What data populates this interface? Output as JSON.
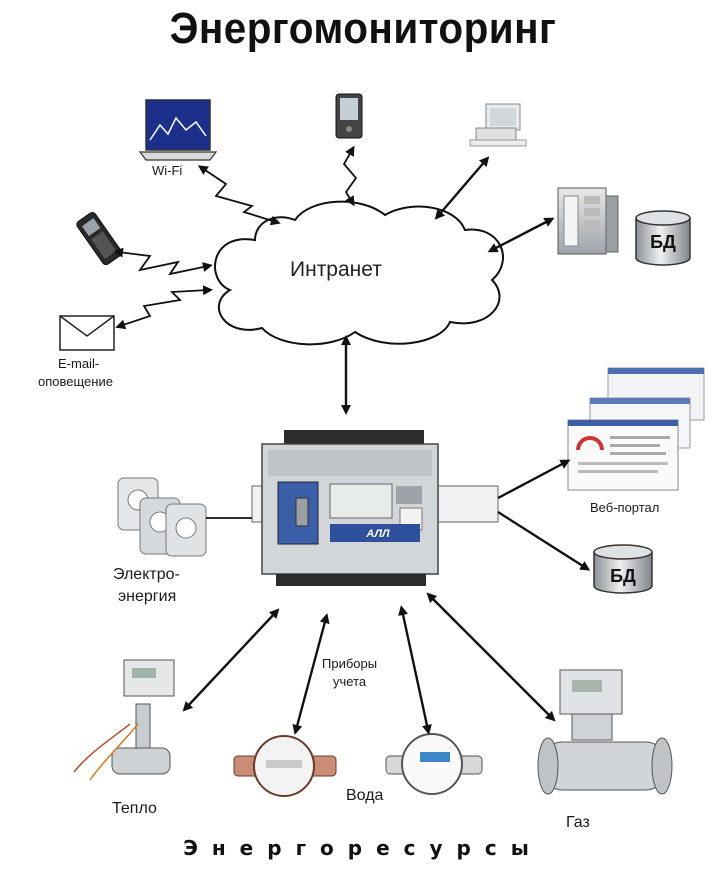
{
  "title": "Энергомониторинг",
  "cloud": {
    "label": "Интранет"
  },
  "clients": {
    "wifi": "Wi-Fi",
    "email_line1": "E-mail-",
    "email_line2": "оповещение"
  },
  "storage": {
    "db_top": "БД",
    "db_bottom": "БД"
  },
  "portal": {
    "label": "Веб-портал"
  },
  "electro": {
    "line1": "Электро-",
    "line2": "энергия"
  },
  "meters_caption": {
    "line1": "Приборы",
    "line2": "учета"
  },
  "resources": {
    "heat": "Тепло",
    "water": "Вода",
    "gas": "Газ"
  },
  "controller": {
    "brand": "АЛЛ"
  },
  "footer": "Энергоресурсы"
}
